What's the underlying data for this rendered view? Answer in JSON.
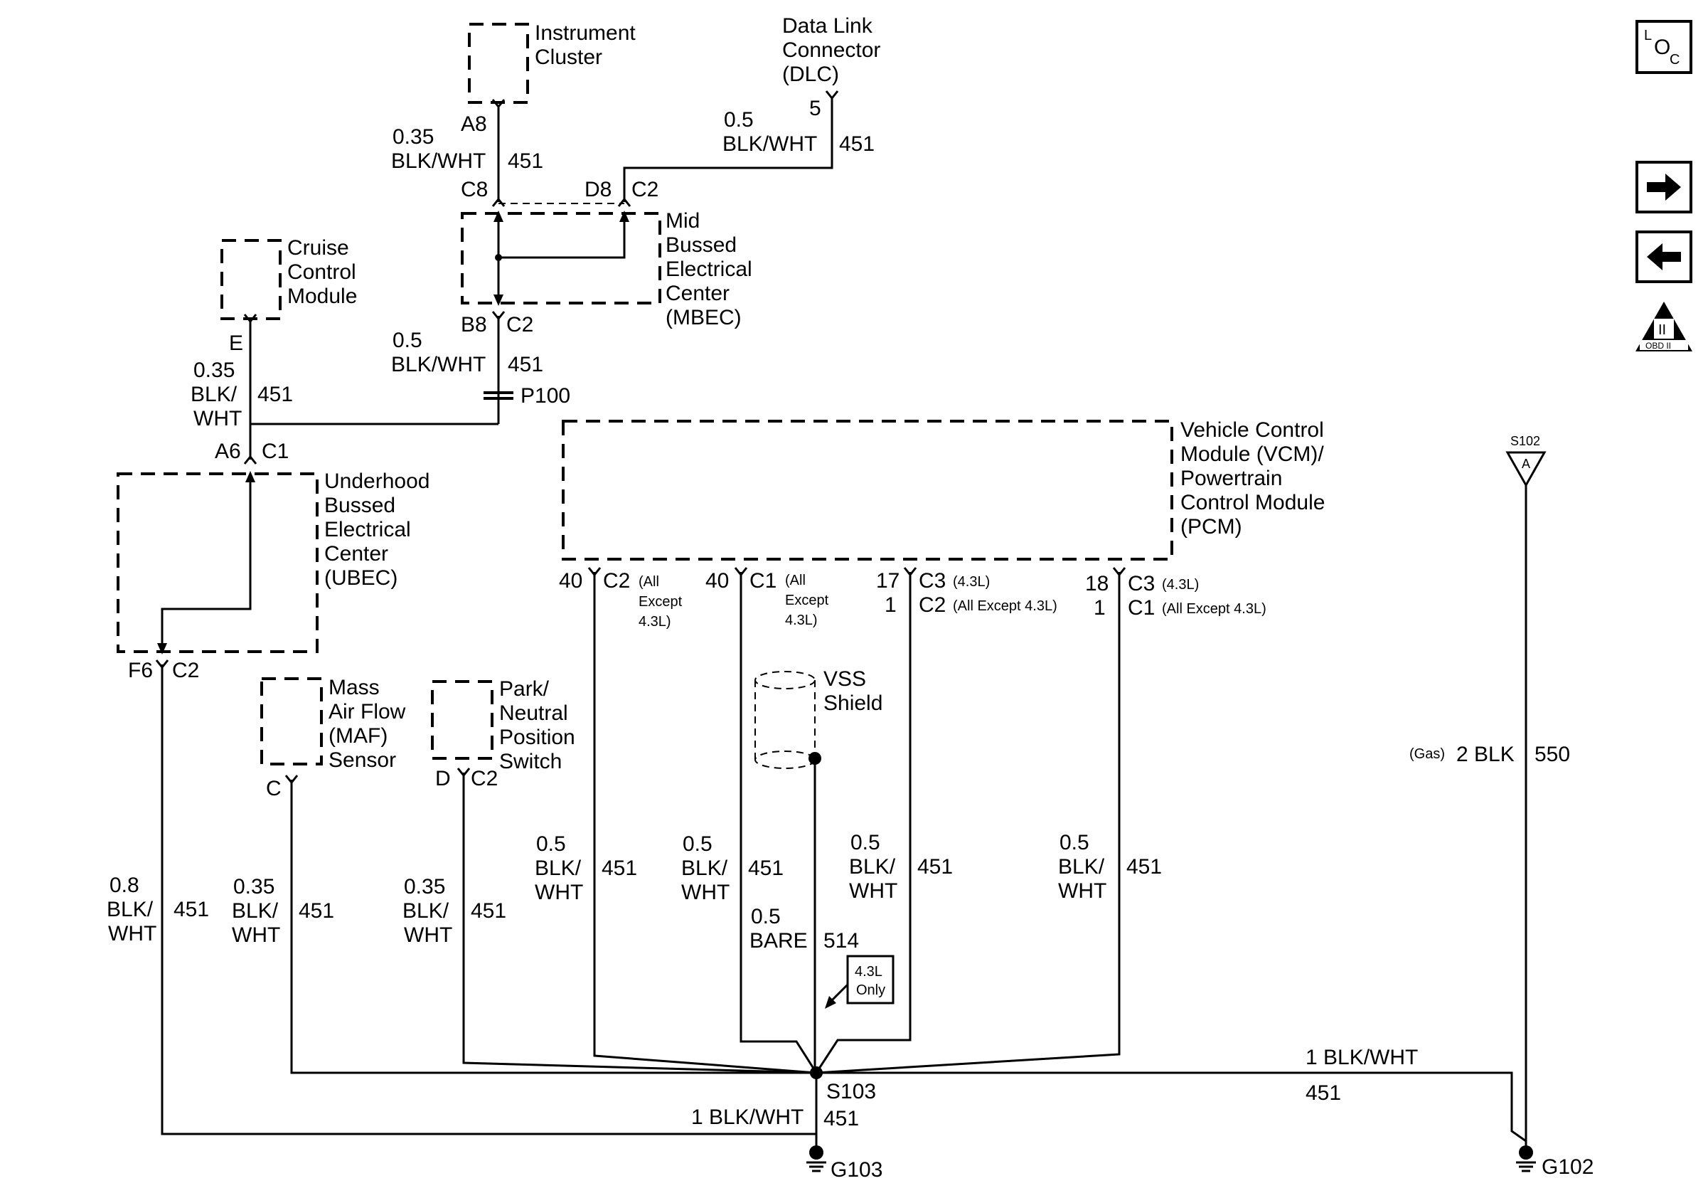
{
  "components": {
    "instrument_cluster": {
      "name_lines": [
        "Instrument",
        "Cluster"
      ],
      "pin": "A8"
    },
    "dlc": {
      "name_lines": [
        "Data Link",
        "Connector",
        "(DLC)"
      ],
      "pin": "5"
    },
    "mbec": {
      "name_lines": [
        "Mid",
        "Bussed",
        "Electrical",
        "Center",
        "(MBEC)"
      ],
      "pins": [
        "C8",
        "D8",
        "C2",
        "B8",
        "C2"
      ]
    },
    "cruise_control": {
      "name_lines": [
        "Cruise",
        "Control",
        "Module"
      ],
      "pin": "E"
    },
    "ubec": {
      "name_lines": [
        "Underhood",
        "Bussed",
        "Electrical",
        "Center",
        "(UBEC)"
      ],
      "pins": [
        "A6",
        "C1",
        "F6",
        "C2"
      ]
    },
    "vcm": {
      "name_lines": [
        "Vehicle Control",
        "Module (VCM)/",
        "Powertrain",
        "Control Module",
        "(PCM)"
      ]
    },
    "maf": {
      "name_lines": [
        "Mass",
        "Air Flow",
        "(MAF)",
        "Sensor"
      ],
      "pin": "C"
    },
    "pnp": {
      "name_lines": [
        "Park/",
        "Neutral",
        "Position",
        "Switch"
      ],
      "pins": [
        "D",
        "C2"
      ]
    },
    "vss_shield": {
      "name_lines": [
        "VSS",
        "Shield"
      ]
    }
  },
  "connector_p100": "P100",
  "vcm_pins": [
    {
      "pin": "40",
      "conn": "C2",
      "note_lines": [
        "(All",
        "Except",
        "4.3L)"
      ]
    },
    {
      "pin": "40",
      "conn": "C1",
      "note_lines": [
        "(All",
        "Except",
        "4.3L)"
      ]
    },
    {
      "pin_a": "17",
      "conn_a": "C3",
      "note_a": "(4.3L)",
      "pin_b": "1",
      "conn_b": "C2",
      "note_b": "(All Except 4.3L)"
    },
    {
      "pin_a": "18",
      "conn_a": "C3",
      "note_a": "(4.3L)",
      "pin_b": "1",
      "conn_b": "C1",
      "note_b": "(All Except 4.3L)"
    }
  ],
  "wires": {
    "ic": {
      "size": "0.35",
      "color": "BLK/WHT",
      "circuit": "451"
    },
    "dlc": {
      "size": "0.5",
      "color": "BLK/WHT",
      "circuit": "451"
    },
    "mbec_out": {
      "size": "0.5",
      "color": "BLK/WHT",
      "circuit": "451"
    },
    "cruise": {
      "size": "0.35",
      "color_lines": [
        "BLK/",
        "WHT"
      ],
      "circuit": "451"
    },
    "ubec_out": {
      "size": "0.8",
      "color_lines": [
        "BLK/",
        "WHT"
      ],
      "circuit": "451"
    },
    "maf": {
      "size": "0.35",
      "color_lines": [
        "BLK/",
        "WHT"
      ],
      "circuit": "451"
    },
    "pnp": {
      "size": "0.35",
      "color_lines": [
        "BLK/",
        "WHT"
      ],
      "circuit": "451"
    },
    "vcm1": {
      "size": "0.5",
      "color_lines": [
        "BLK/",
        "WHT"
      ],
      "circuit": "451"
    },
    "vcm2": {
      "size": "0.5",
      "color_lines": [
        "BLK/",
        "WHT"
      ],
      "circuit": "451"
    },
    "vcm3": {
      "size": "0.5",
      "color_lines": [
        "BLK/",
        "WHT"
      ],
      "circuit": "451"
    },
    "vcm4": {
      "size": "0.5",
      "color_lines": [
        "BLK/",
        "WHT"
      ],
      "circuit": "451"
    },
    "shield": {
      "size": "0.5",
      "color": "BARE",
      "circuit": "514",
      "note_lines": [
        "4.3L",
        "Only"
      ]
    },
    "g103": {
      "label": "1 BLK/WHT",
      "circuit": "451"
    },
    "g102_branch": {
      "label": "1 BLK/WHT",
      "circuit": "451"
    },
    "s102": {
      "note": "(Gas)",
      "label": "2 BLK",
      "circuit": "550"
    }
  },
  "splices": {
    "s103": "S103",
    "s102": "S102",
    "s102_pin": "A"
  },
  "grounds": {
    "g103": "G103",
    "g102": "G102"
  },
  "nav": {
    "loc_top": "L",
    "loc_bottom": "O",
    "loc_sub": "C",
    "obd_label": "OBD II",
    "obd_mark": "II"
  }
}
